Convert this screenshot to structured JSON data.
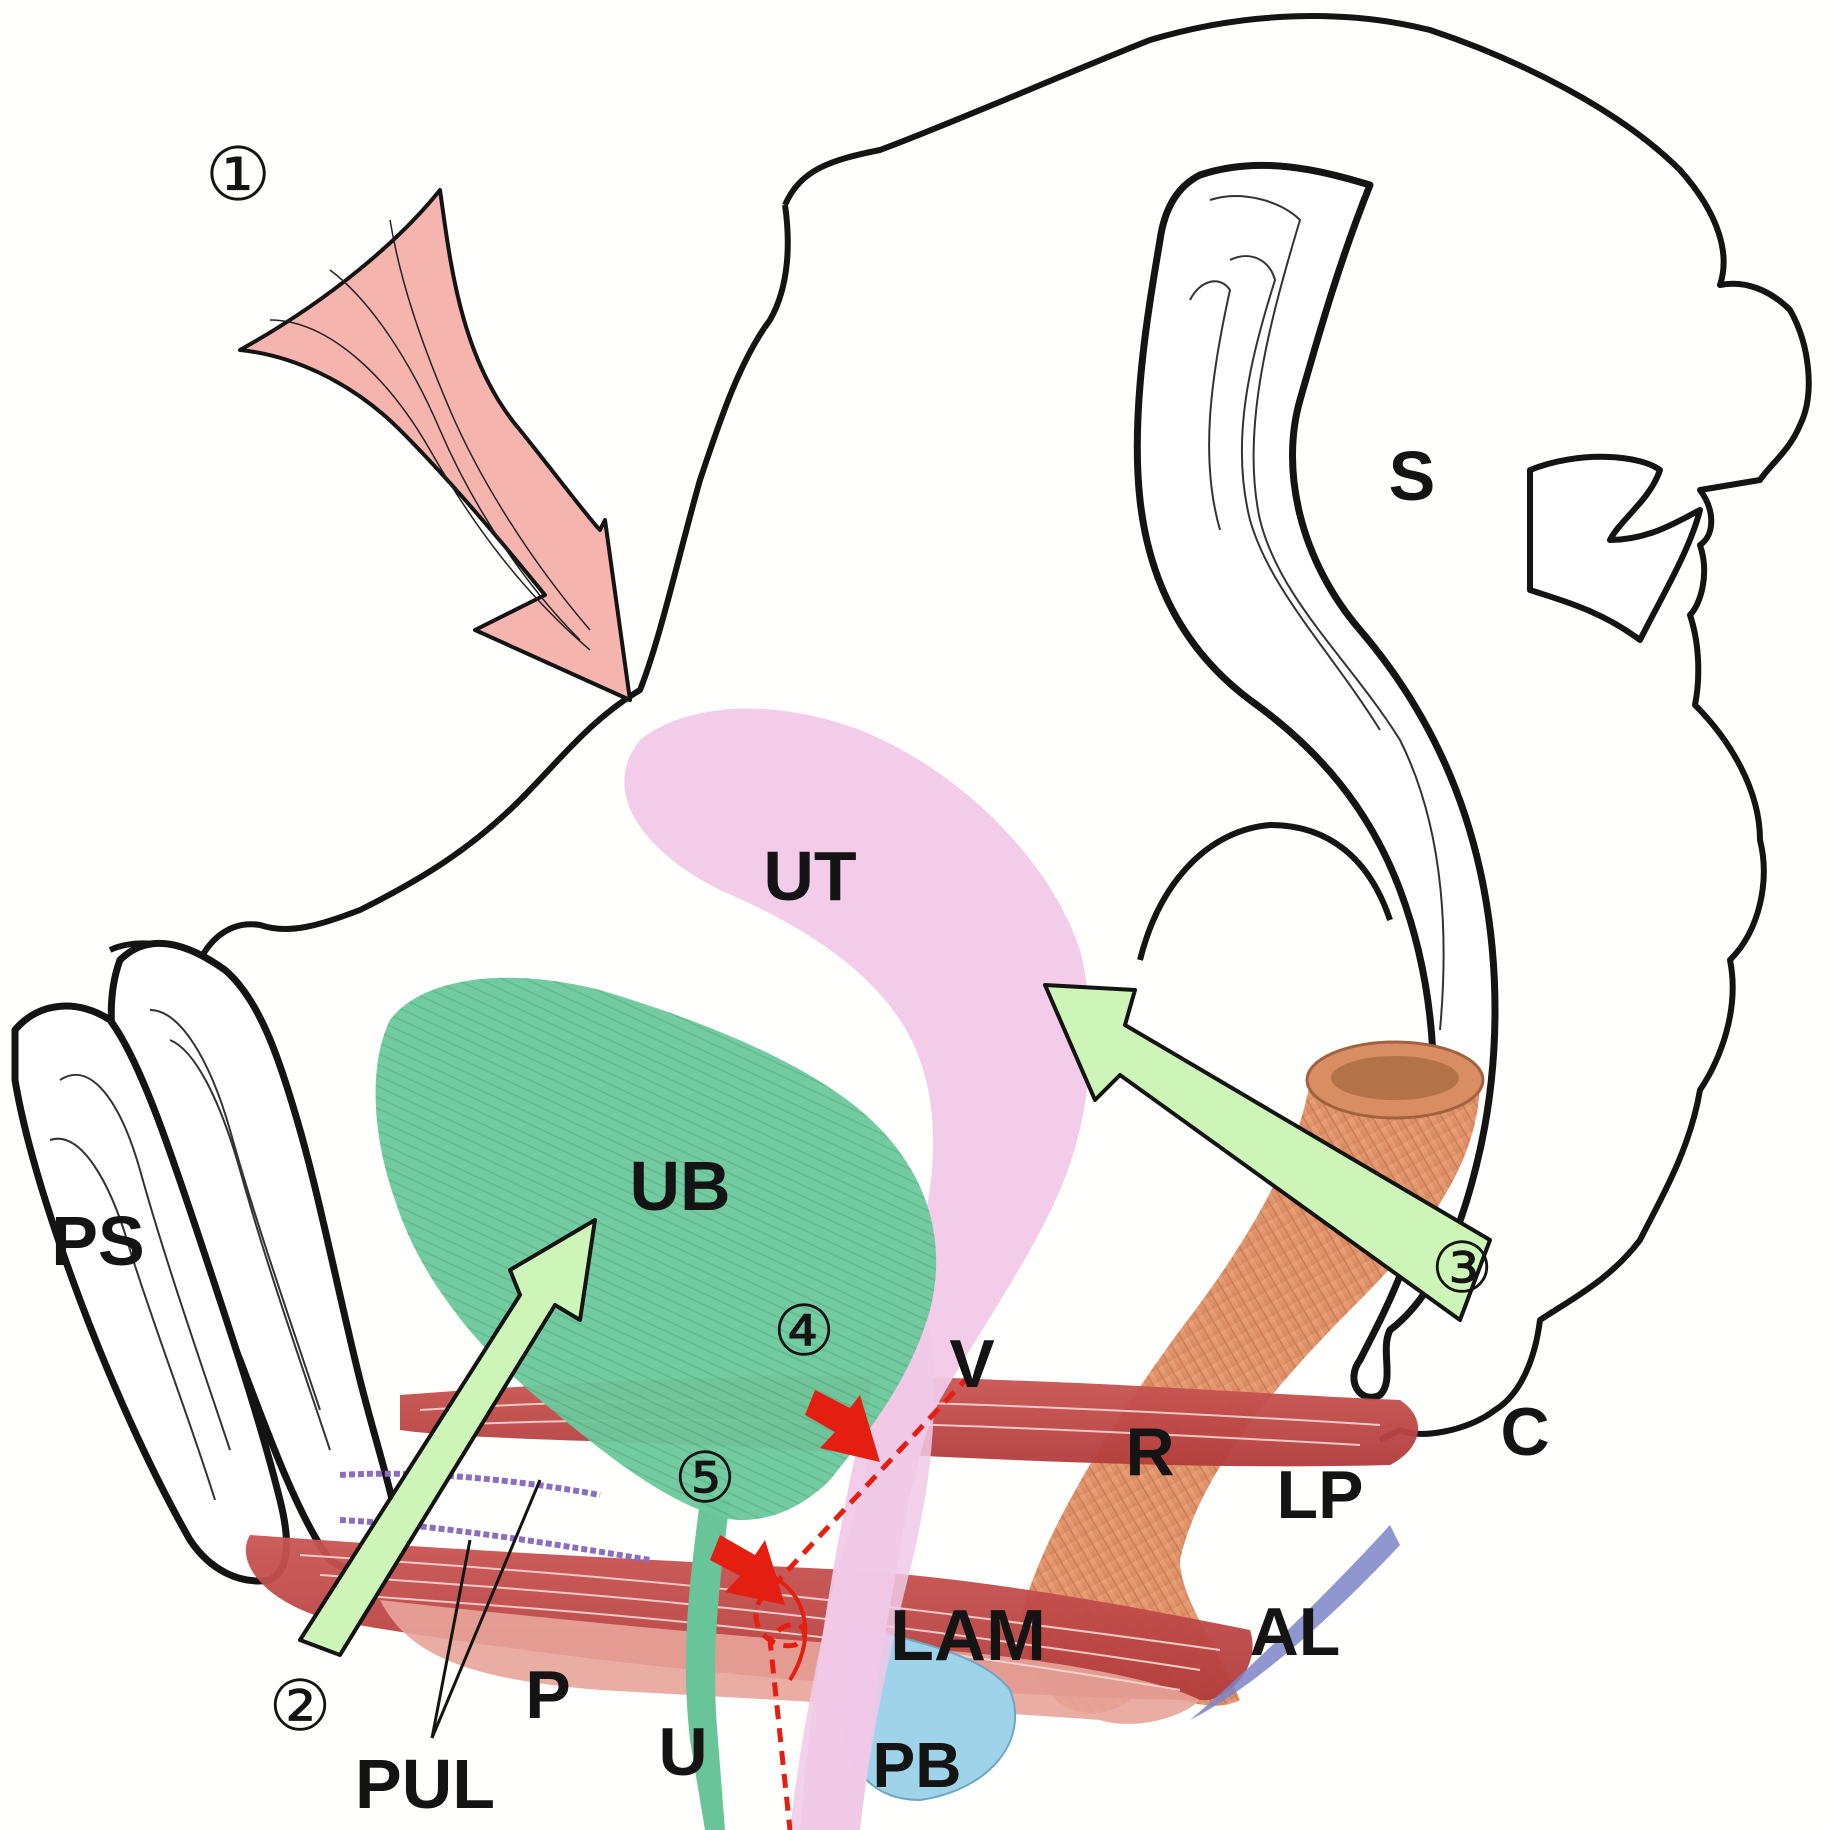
{
  "labels": {
    "ut": "UT",
    "ub": "UB",
    "s": "S",
    "ps": "PS",
    "v": "V",
    "r": "R",
    "c": "C",
    "lp": "LP",
    "lam": "LAM",
    "al": "AL",
    "p": "P",
    "u": "U",
    "pb": "PB",
    "pul": "PUL"
  },
  "markers": {
    "m1": "①",
    "m2": "②",
    "m3": "③",
    "m4": "④",
    "m5": "⑤"
  },
  "colors": {
    "uterus": "#f0c8e6",
    "bladder": "#69c79a",
    "rectum": "#e0956a",
    "muscle": "#c14a48",
    "perineal_body": "#9cd0e8",
    "force_arrow": "#f6b4ae",
    "support_arrow": "#cdf5b8",
    "red_marker": "#e41f12",
    "outline": "#141414",
    "ligament": "#8a6fc0"
  }
}
